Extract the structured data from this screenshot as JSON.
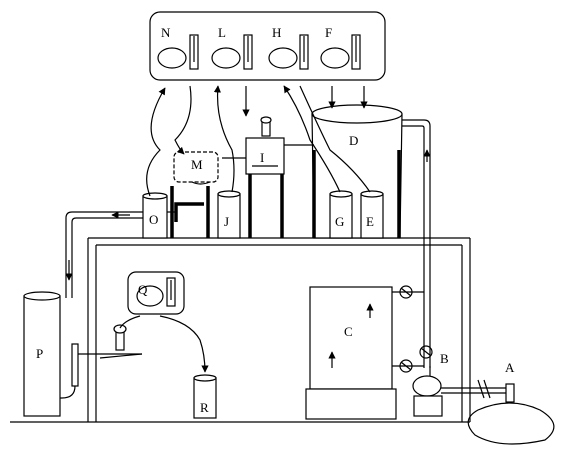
{
  "labels": {
    "A": "A",
    "B": "B",
    "C": "C",
    "D": "D",
    "E": "E",
    "F": "F",
    "G": "G",
    "H": "H",
    "I": "I",
    "J": "J",
    "L": "L",
    "M": "M",
    "N": "N",
    "O": "O",
    "P": "P",
    "Q": "Q",
    "R": "R"
  },
  "colors": {
    "stroke": "#000000",
    "background": "#ffffff"
  }
}
